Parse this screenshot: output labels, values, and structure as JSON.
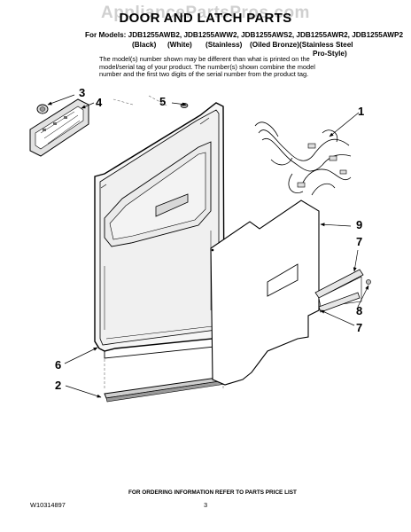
{
  "watermark": "AppliancePartsPros.com",
  "title": "DOOR AND LATCH PARTS",
  "models_line": "For Models: JDB1255AWB2, JDB1255AWW2, JDB1255AWS2, JDB1255AWR2, JDB1255AWP2",
  "colors": [
    "(Black)",
    "(White)",
    "(Stainless)",
    "(Oiled Bronze)",
    "(Stainless Steel",
    "Pro-Style)"
  ],
  "note_lines": [
    "The model(s) number shown may be different than what is printed on the",
    "model/serial tag of your product. The number(s) shown combine the model",
    "number and the first two digits of the serial number from the product tag."
  ],
  "callouts": [
    "1",
    "2",
    "3",
    "4",
    "5",
    "6",
    "7",
    "8",
    "9",
    "7"
  ],
  "footer": {
    "ordering": "FOR ORDERING INFORMATION REFER TO PARTS PRICE LIST",
    "doc_number": "W10314897",
    "page": "3"
  }
}
